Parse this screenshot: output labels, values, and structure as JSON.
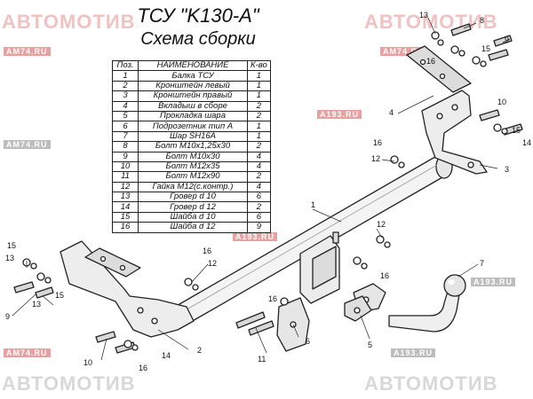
{
  "header": {
    "title": "ТСУ \"K130-A\"",
    "subtitle": "Схема сборки"
  },
  "parts_table": {
    "columns": [
      "Поз.",
      "НАИМЕНОВАНИЕ",
      "К-во"
    ],
    "rows": [
      [
        "1",
        "Балка ТСУ",
        "1"
      ],
      [
        "2",
        "Кронштейн левый",
        "1"
      ],
      [
        "3",
        "Кронштейн правый",
        "1"
      ],
      [
        "4",
        "Вкладыш в сборе",
        "2"
      ],
      [
        "5",
        "Прокладка шара",
        "2"
      ],
      [
        "6",
        "Подрозетник тип А",
        "1"
      ],
      [
        "7",
        "Шар SH16A",
        "1"
      ],
      [
        "8",
        "Болт M10x1,25x30",
        "2"
      ],
      [
        "9",
        "Болт M10x30",
        "4"
      ],
      [
        "10",
        "Болт M12x35",
        "4"
      ],
      [
        "11",
        "Болт M12x90",
        "2"
      ],
      [
        "12",
        "Гайка M12(с.контр.)",
        "4"
      ],
      [
        "13",
        "Гровер d 10",
        "6"
      ],
      [
        "14",
        "Гровер d 12",
        "2"
      ],
      [
        "15",
        "Шайба d 10",
        "6"
      ],
      [
        "16",
        "Шайба d 12",
        "9"
      ]
    ]
  },
  "watermarks": {
    "brand": "АВТОМОТИВ",
    "url_1": "AM74.RU",
    "url_2": "A193.RU",
    "url_3": "AM74.RU",
    "url_4": "A193.RU"
  },
  "callouts": {
    "c1": "1",
    "c2": "2",
    "c3": "3",
    "c4": "4",
    "c5": "5",
    "c6": "6",
    "c7": "7",
    "c8": "8",
    "c9a": "9",
    "c9b": "9",
    "c10a": "10",
    "c10b": "10",
    "c11": "11",
    "c12a": "12",
    "c12b": "12",
    "c12c": "12",
    "c13a": "13",
    "c13b": "13",
    "c13c": "13",
    "c14a": "14",
    "c14b": "14",
    "c15a": "15",
    "c15b": "15",
    "c15c": "15",
    "c15d": "15",
    "c16a": "16",
    "c16b": "16",
    "c16c": "16",
    "c16d": "16",
    "c16e": "16",
    "c16f": "16"
  }
}
